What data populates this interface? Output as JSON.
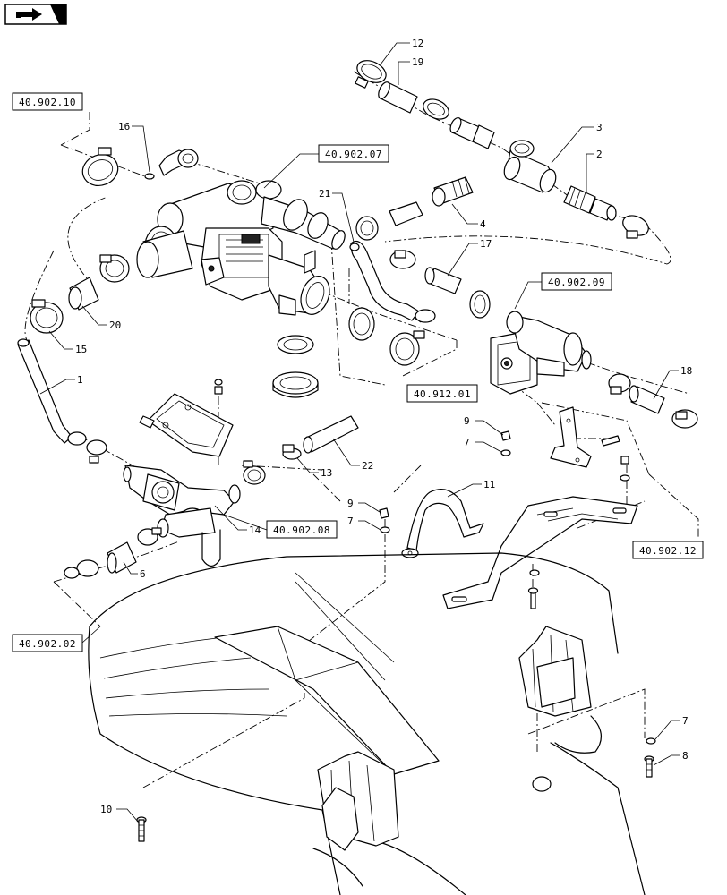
{
  "nav": {
    "icon": "next-page-arrow-icon"
  },
  "references": [
    {
      "label": "40.902.10"
    },
    {
      "label": "40.902.07"
    },
    {
      "label": "40.902.09"
    },
    {
      "label": "40.912.01"
    },
    {
      "label": "40.902.08"
    },
    {
      "label": "40.902.12"
    },
    {
      "label": "40.902.02"
    }
  ],
  "callouts": [
    {
      "n": "1"
    },
    {
      "n": "2"
    },
    {
      "n": "3"
    },
    {
      "n": "4"
    },
    {
      "n": "6"
    },
    {
      "n": "7"
    },
    {
      "n": "7"
    },
    {
      "n": "7"
    },
    {
      "n": "8"
    },
    {
      "n": "9"
    },
    {
      "n": "9"
    },
    {
      "n": "10"
    },
    {
      "n": "11"
    },
    {
      "n": "12"
    },
    {
      "n": "13"
    },
    {
      "n": "14"
    },
    {
      "n": "15"
    },
    {
      "n": "16"
    },
    {
      "n": "17"
    },
    {
      "n": "18"
    },
    {
      "n": "19"
    },
    {
      "n": "20"
    },
    {
      "n": "21"
    },
    {
      "n": "22"
    }
  ]
}
